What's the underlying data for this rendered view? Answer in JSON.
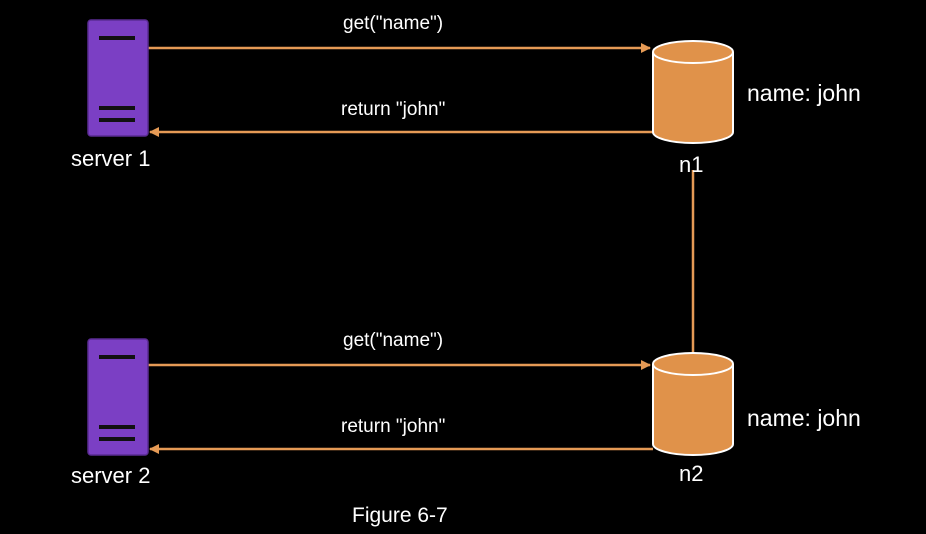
{
  "colors": {
    "background": "#000000",
    "server_fill": "#7b3fc4",
    "server_edge": "#5b2c93",
    "db_fill": "#e0924a",
    "db_edge": "#ffffff",
    "arrow": "#e59a55",
    "text": "#ffffff"
  },
  "servers": [
    {
      "label": "server 1",
      "icon": "server-icon"
    },
    {
      "label": "server 2",
      "icon": "server-icon"
    }
  ],
  "nodes": [
    {
      "label": "n1",
      "value": "name: john",
      "icon": "database-icon"
    },
    {
      "label": "n2",
      "value": "name: john",
      "icon": "database-icon"
    }
  ],
  "messages": [
    {
      "request": "get(\"name\")",
      "response": "return \"john\""
    },
    {
      "request": "get(\"name\")",
      "response": "return \"john\""
    }
  ],
  "caption": "Figure 6-7"
}
